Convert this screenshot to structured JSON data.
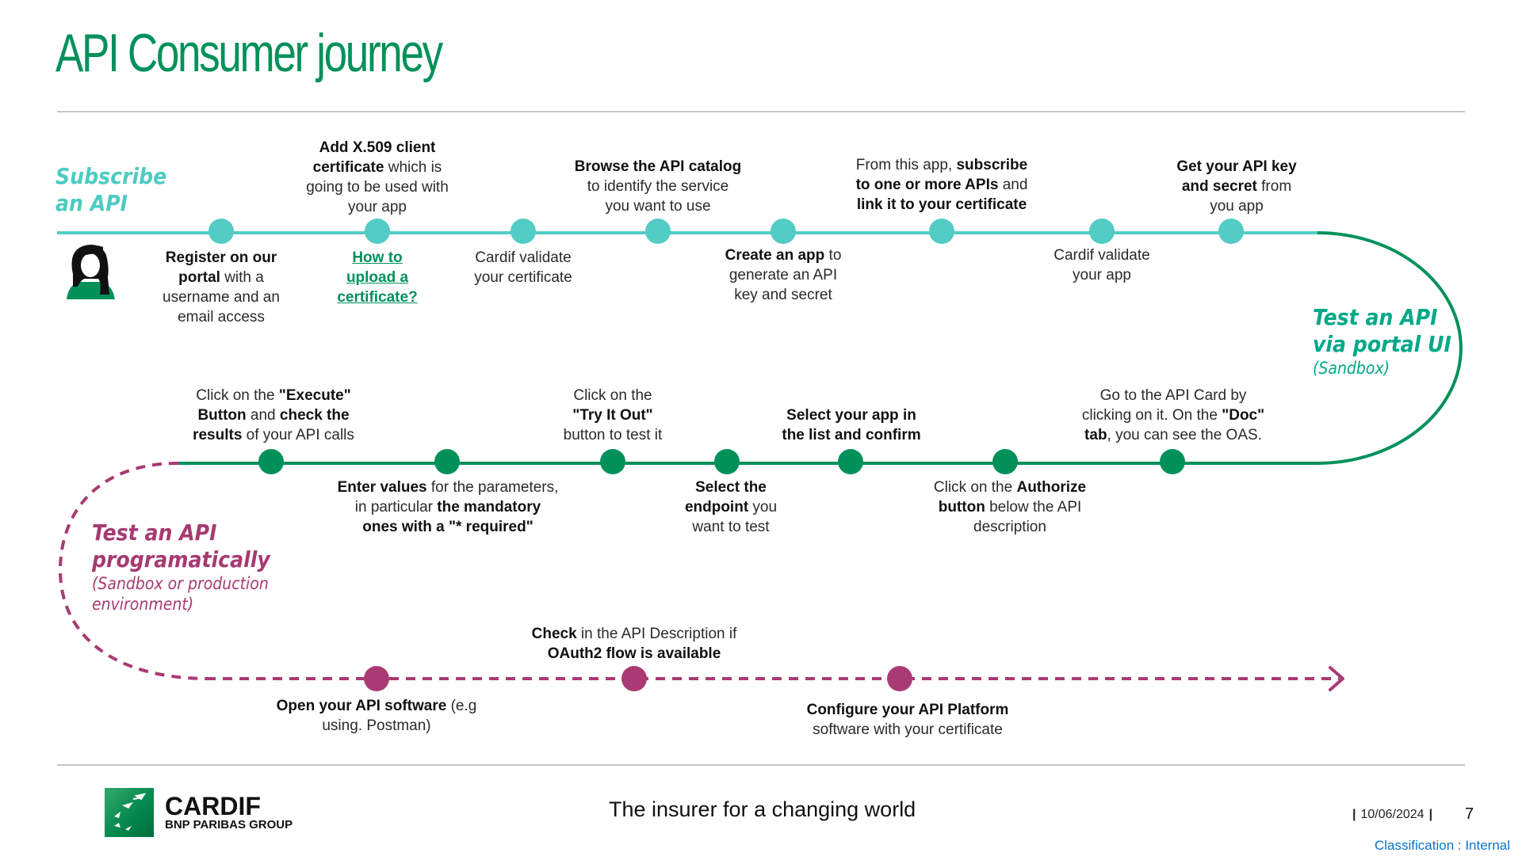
{
  "header": {
    "title": "API Consumer journey"
  },
  "colors": {
    "teal_light": "#52CCC4",
    "green": "#00915A",
    "magenta": "#A93A73",
    "title_green": "#00915A",
    "classification_blue": "#0A74D0"
  },
  "phases": {
    "subscribe": {
      "line1": "Subscribe",
      "line2": "an API"
    },
    "portal": {
      "line1": "Test an API",
      "line2": "via portal UI",
      "sub": "(Sandbox)"
    },
    "programmatic": {
      "line1": "Test an API",
      "line2": "programatically",
      "sub1": "(Sandbox or production",
      "sub2": "environment)"
    }
  },
  "icons": {
    "user": "user-avatar-icon",
    "arrow": "arrow-right-icon"
  },
  "subscribe_steps": {
    "register": {
      "b1": "Register on our",
      "b2": "portal",
      "t2": " with a",
      "t3": "username and an",
      "t4": "email access"
    },
    "certificate": {
      "b1": "Add X.509 client",
      "b2": "certificate",
      "t2": " which is",
      "t3": "going to be used with",
      "t4": "your app"
    },
    "howto": {
      "l1": "How to",
      "l2": "upload a",
      "l3": "certificate?"
    },
    "validate_cert": {
      "t1": "Cardif validate",
      "t2": "your certificate"
    },
    "browse": {
      "b1": "Browse the API catalog",
      "t2": "to identify the service",
      "t3": "you want to use"
    },
    "create_app": {
      "b1": "Create an app",
      "t1": " to",
      "t2": "generate an API",
      "t3": "key and secret"
    },
    "subscribe": {
      "t1": "From this app, ",
      "b1": "subscribe",
      "b2": "to one or more APIs",
      "t2": " and",
      "b3": "link it to your certificate"
    },
    "validate_app": {
      "t1": "Cardif validate",
      "t2": "your app"
    },
    "get_key": {
      "b1": "Get your API key",
      "b2": "and secret",
      "t2": " from",
      "t3": "you app"
    }
  },
  "portal_steps": {
    "api_card": {
      "t1": "Go to the API Card by",
      "t2": "clicking on it. On the ",
      "b2": "\"Doc\"",
      "b3": "tab",
      "t3": ", you can see the OAS."
    },
    "authorize": {
      "t1": "Click on the ",
      "b1": "Authorize",
      "b2": "button",
      "t2": " below the API",
      "t3": "description"
    },
    "select_app": {
      "b1": "Select your app in",
      "b2": "the list and confirm"
    },
    "select_endpoint": {
      "b1": "Select the",
      "b2": "endpoint",
      "t2": " you",
      "t3": "want to test"
    },
    "try_it": {
      "t1": "Click on the",
      "b2": "\"Try It Out\"",
      "t3": "button to test it"
    },
    "enter_values": {
      "b1": "Enter values",
      "t1": " for the parameters,",
      "t2": "in particular ",
      "b2": "the mandatory",
      "b3": "ones with a \"* required\""
    },
    "execute": {
      "t1": "Click on the ",
      "b1": "\"Execute\"",
      "b2": "Button",
      "t2": " and ",
      "b3": "check the",
      "b4": "results",
      "t4": " of your API calls"
    }
  },
  "programmatic_steps": {
    "open_software": {
      "b1": "Open your API software",
      "t1": " (e.g",
      "t2": "using. Postman)"
    },
    "check_oauth": {
      "b1": "Check",
      "t1": " in the API Description if",
      "b2": "OAuth2 flow is available"
    },
    "configure": {
      "b1": "Configure your API Platform",
      "t2": "software with your certificate"
    }
  },
  "footer": {
    "brand_name": "CARDIF",
    "brand_group": "BNP PARIBAS GROUP",
    "tagline": "The insurer for a changing world",
    "date": "10/06/2024",
    "page_number": "7",
    "classification": "Classification : Internal"
  }
}
